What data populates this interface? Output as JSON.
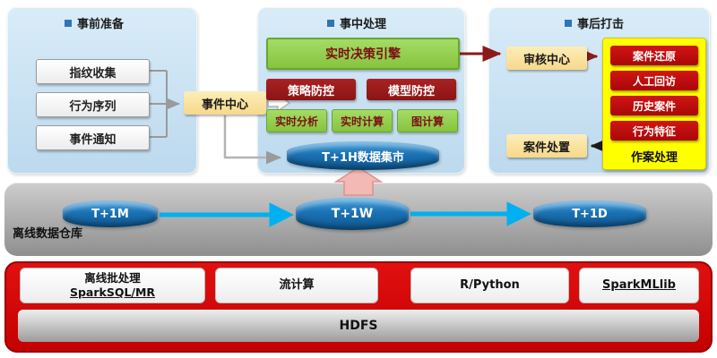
{
  "panels": {
    "pre": {
      "title": "事前准备",
      "items": [
        "指纹收集",
        "行为序列",
        "事件通知"
      ],
      "event_center": "事件中心"
    },
    "mid": {
      "title": "事中处理",
      "engine": "实时决策引擎",
      "controls": [
        "策略防控",
        "模型防控"
      ],
      "computes": [
        "实时分析",
        "实时计算",
        "图计算"
      ],
      "data_mart": "T+1H数据集市"
    },
    "post": {
      "title": "事后打击",
      "audit_center": "审核中心",
      "case_handling": "案件处置",
      "case_panel_label": "作案处理",
      "case_items": [
        "案件还原",
        "人工回访",
        "历史案件",
        "行为特征"
      ]
    }
  },
  "offline_warehouse": {
    "label": "离线数据仓库",
    "cylinders": [
      "T+1M",
      "T+1W",
      "T+1D"
    ]
  },
  "platform": {
    "batch_line1": "离线批处理",
    "batch_line2": "SparkSQL/MR",
    "stream": "流计算",
    "rpython": "R/Python",
    "sparkml": "SparkMLlib",
    "hdfs": "HDFS"
  },
  "colors": {
    "panel_blue": "#cfe4f3",
    "yellow_box": "#f9e09a",
    "green_box": "#92d050",
    "dark_red_box": "#9a1a1a",
    "red_box": "#c00000",
    "bright_yellow": "#ffff00",
    "cylinder_blue": "#1b72b4",
    "platform_red": "#d20000",
    "arrow_blue": "#00b0f0"
  }
}
